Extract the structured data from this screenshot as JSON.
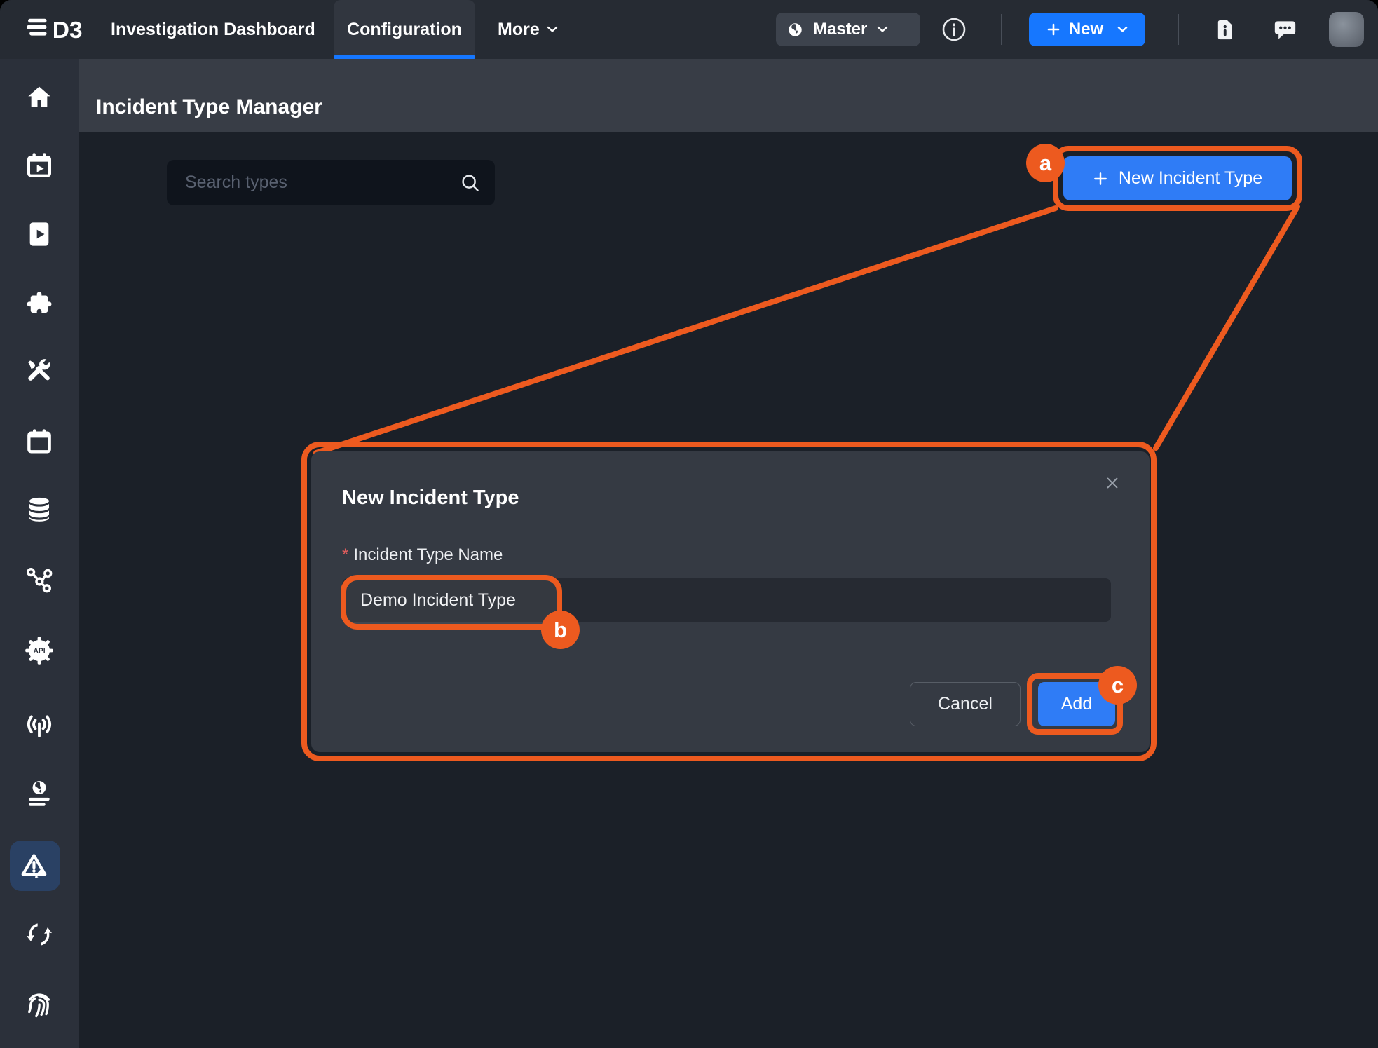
{
  "window": {
    "logo_text": "D3"
  },
  "topbar": {
    "nav_items": [
      {
        "label": "Investigation Dashboard",
        "active": false
      },
      {
        "label": "Configuration",
        "active": true
      }
    ],
    "more_label": "More",
    "tenant_label": "Master",
    "new_button_label": "New"
  },
  "sidebar": {
    "items": [
      {
        "icon": "home-icon",
        "active": false
      },
      {
        "icon": "calendar-play-icon",
        "active": false
      },
      {
        "icon": "video-library-icon",
        "active": false
      },
      {
        "icon": "puzzle-icon",
        "active": false
      },
      {
        "icon": "tools-icon",
        "active": false
      },
      {
        "icon": "calendar-icon",
        "active": false
      },
      {
        "icon": "database-icon",
        "active": false
      },
      {
        "icon": "share-nodes-icon",
        "active": false
      },
      {
        "icon": "api-gear-icon",
        "active": false
      },
      {
        "icon": "broadcast-icon",
        "active": false
      },
      {
        "icon": "globe-rules-icon",
        "active": false
      },
      {
        "icon": "incident-edit-icon",
        "active": true
      },
      {
        "icon": "sync-icon",
        "active": false
      },
      {
        "icon": "fingerprint-icon",
        "active": false
      }
    ]
  },
  "page": {
    "title": "Incident Type Manager"
  },
  "toolbar": {
    "search_placeholder": "Search types",
    "new_incident_type_label": "New Incident Type"
  },
  "modal": {
    "title": "New Incident Type",
    "required_marker": "*",
    "field_label": "Incident Type Name",
    "field_value": "Demo Incident Type",
    "cancel_label": "Cancel",
    "add_label": "Add"
  },
  "annotations": {
    "badge_a": "a",
    "badge_b": "b",
    "badge_c": "c"
  },
  "icons": {
    "api_label": "API",
    "close_icon": "✕",
    "search_icon": "magnifier",
    "topbar_icons": [
      "globe-icon",
      "info-icon",
      "plus-icon",
      "chevron-down-icon",
      "document-info-icon",
      "chat-icon",
      "avatar"
    ]
  },
  "colors": {
    "topbar_bg": "#262b33",
    "sidebar_bg": "#2b303a",
    "header_bg": "#383d46",
    "panel_bg": "#1b2028",
    "modal_bg": "#353a43",
    "input_bg": "#262a32",
    "search_bg": "#0f141c",
    "accent_blue": "#1677ff",
    "button_blue": "#2f7cf6",
    "annotation_orange": "#ed5a1f",
    "required_red": "#e05d5d",
    "sidebar_active_bg": "#2a4164"
  }
}
